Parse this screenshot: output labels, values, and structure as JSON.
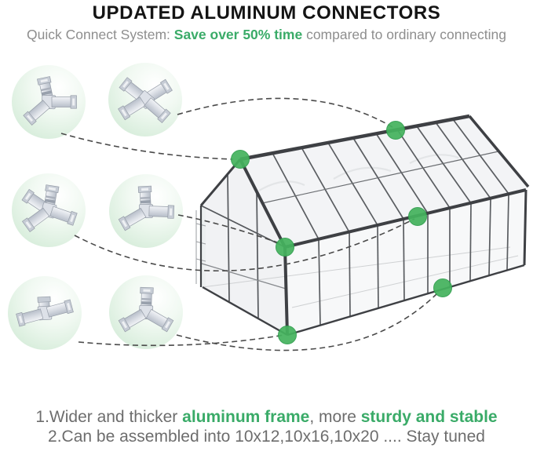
{
  "header": {
    "title": "UPDATED ALUMINUM CONNECTORS",
    "subtitle": {
      "prefix": "Quick Connect System: ",
      "highlight": "Save over 50% time",
      "suffix": " compared to ordinary connecting"
    }
  },
  "diagram": {
    "connector_icons": [
      "corner-3-way-connector",
      "cross-4-way-connector",
      "cross-4-way-connector",
      "tee-3-way-post-connector",
      "tee-2-way-post-connector",
      "corner-3-way-connector"
    ],
    "marker_count": 6,
    "colors": {
      "accent_green_text": "#3AAB68",
      "marker_green": "#45B35E",
      "frame_dark": "#3E4044",
      "circle_tint": "#D5ECD9"
    }
  },
  "footer": {
    "line1": {
      "prefix": "1.Wider and thicker ",
      "highlight_frame": "aluminum frame",
      "middle": ", more ",
      "highlight_sturdy": "sturdy and stable"
    },
    "line2": "2.Can be assembled into 10x12,10x16,10x20 .... Stay tuned"
  }
}
